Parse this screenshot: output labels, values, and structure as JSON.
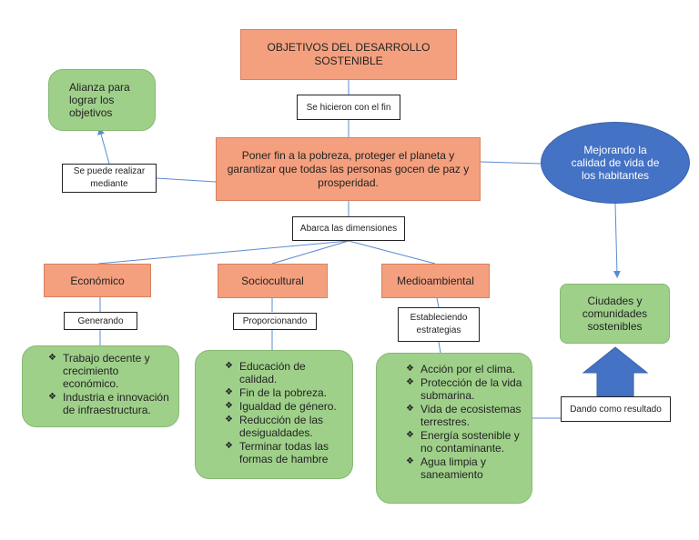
{
  "title": "OBJETIVOS DEL DESARROLLO SOSTENIBLE",
  "link_fin": "Se hicieron con el fin",
  "center": "Poner fin a la pobreza, proteger el planeta y garantizar que todas las personas gocen de paz y prosperidad.",
  "link_mediante": "Se puede realizar mediante",
  "alianza": "Alianza para lograr los objetivos",
  "mejorando": "Mejorando la calidad de vida de los habitantes",
  "link_dimensiones": "Abarca las dimensiones",
  "dimensions": {
    "economico": "Económico",
    "sociocultural": "Sociocultural",
    "medioambiental": "Medioambiental"
  },
  "verbs": {
    "generando": "Generando",
    "proporcionando": "Proporcionando",
    "estableciendo": "Estableciendo estrategias"
  },
  "economico_items": [
    "Trabajo decente y crecimiento económico.",
    "Industria e innovación de infraestructura."
  ],
  "sociocultural_items": [
    "Educación de calidad.",
    "Fin de la pobreza.",
    "Igualdad de género.",
    "Reducción de las desigualdades.",
    "Terminar todas las formas de hambre"
  ],
  "medioambiental_items": [
    "Acción por el clima.",
    "Protección de la vida submarina.",
    "Vida de ecosistemas terrestres.",
    "Energía sostenible y no contaminante.",
    "Agua limpia y saneamiento"
  ],
  "ciudades": "Ciudades y comunidades sostenibles",
  "link_resultado": "Dando como resultado",
  "colors": {
    "orange": "#f4a07e",
    "green": "#9fd08a",
    "blue": "#4472c4",
    "line": "#5b8bd0"
  }
}
